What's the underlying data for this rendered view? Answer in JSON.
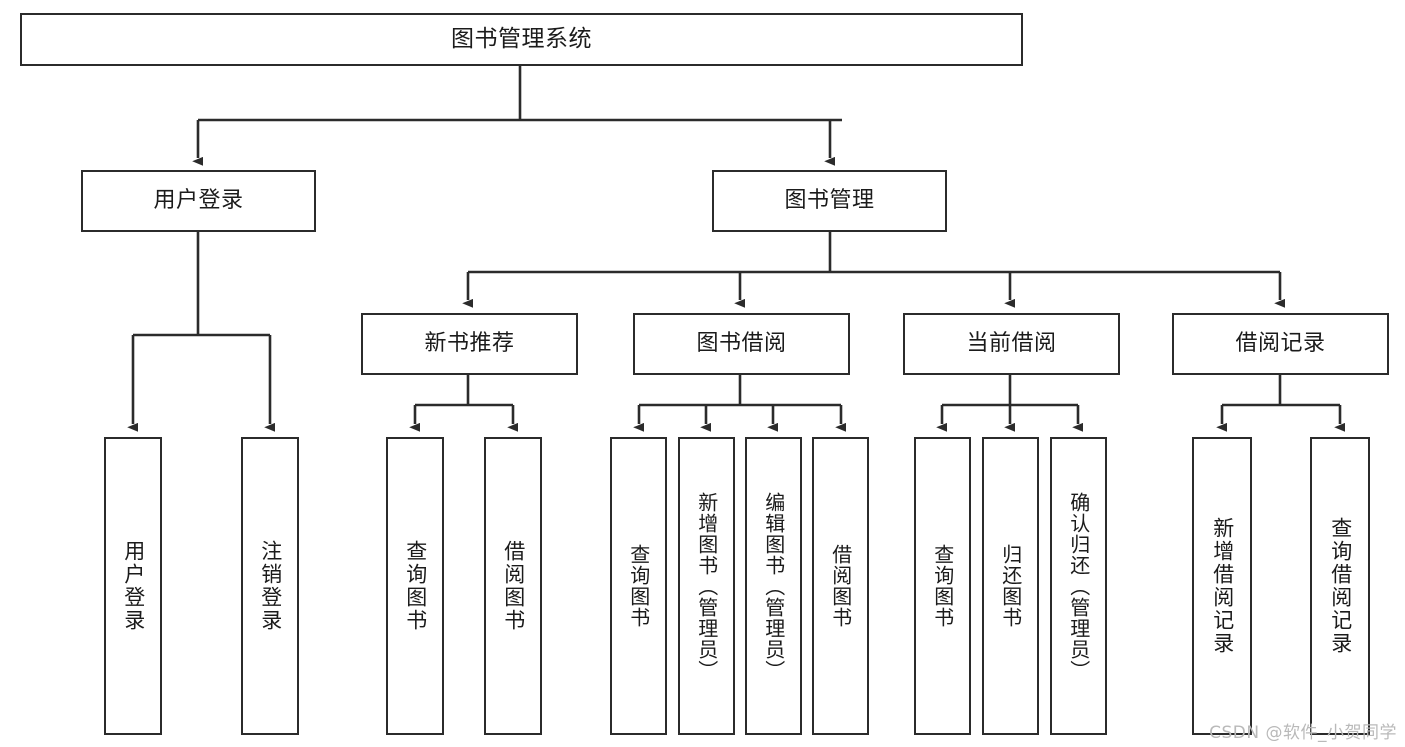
{
  "diagram": {
    "title": "图书管理系统",
    "type": "tree",
    "watermark": "CSDN @软件_小贺同学",
    "style": {
      "border_color": "#2b2b2b",
      "background": "#ffffff",
      "text_color": "#1b1b1b",
      "watermark_color": "#b9b9b9"
    },
    "levels": {
      "root": {
        "label": "图书管理系统"
      },
      "level2": [
        {
          "label": "用户登录"
        },
        {
          "label": "图书管理"
        }
      ],
      "level3": [
        {
          "label": "新书推荐"
        },
        {
          "label": "图书借阅"
        },
        {
          "label": "当前借阅"
        },
        {
          "label": "借阅记录"
        }
      ],
      "leaves": {
        "user_login": [
          {
            "label": "用户登录"
          },
          {
            "label": "注销登录"
          }
        ],
        "new_book_recommend": [
          {
            "label": "查询图书"
          },
          {
            "label": "借阅图书"
          }
        ],
        "book_borrow": [
          {
            "label": "查询图书"
          },
          {
            "label": "新增图书（管理员）"
          },
          {
            "label": "编辑图书（管理员）"
          },
          {
            "label": "借阅图书"
          }
        ],
        "current_borrow": [
          {
            "label": "查询图书"
          },
          {
            "label": "归还图书"
          },
          {
            "label": "确认归还（管理员）"
          }
        ],
        "borrow_records": [
          {
            "label": "新增借阅记录"
          },
          {
            "label": "查询借阅记录"
          }
        ]
      }
    }
  }
}
